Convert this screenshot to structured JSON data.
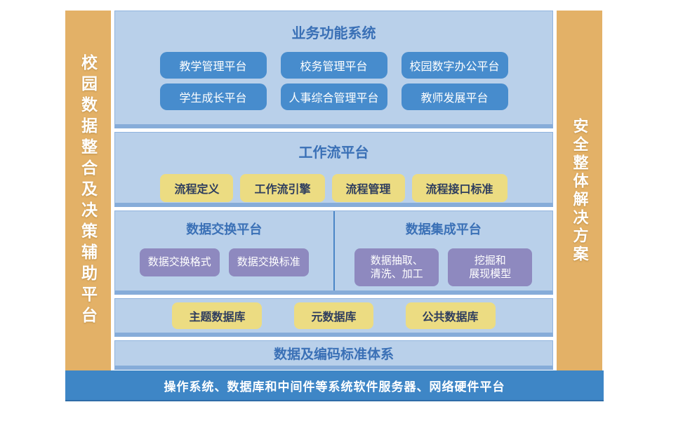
{
  "left_bar": {
    "label": "校园数据整合及决策辅助平台"
  },
  "right_bar": {
    "label": "安全整体解决方案"
  },
  "sections": {
    "business": {
      "title": "业务功能系统",
      "buttons": [
        "教学管理平台",
        "校务管理平台",
        "校园数字办公平台",
        "学生成长平台",
        "人事综合管理平台",
        "教师发展平台"
      ]
    },
    "workflow": {
      "title": "工作流平台",
      "buttons": [
        "流程定义",
        "工作流引擎",
        "流程管理",
        "流程接口标准"
      ]
    },
    "exchange": {
      "title": "数据交换平台",
      "buttons": [
        "数据交换格式",
        "数据交换标准"
      ]
    },
    "integration": {
      "title": "数据集成平台",
      "buttons": [
        "数据抽取、\n清洗、加工",
        "挖掘和\n展现模型"
      ]
    },
    "databases": {
      "buttons": [
        "主题数据库",
        "元数据库",
        "公共数据库"
      ]
    },
    "standards": {
      "title": "数据及编码标准体系"
    }
  },
  "bottom_bar": {
    "label": "操作系统、数据库和中间件等系统软件服务器、网络硬件平台"
  },
  "palette": {
    "panel_bg": "#b9d0ea",
    "panel_border": "#8fb3de",
    "pillar_tan": "#e3b167",
    "node_blue": "#478ccd",
    "node_yellow": "#ecdc82",
    "node_purple": "#8e89bf",
    "bottom_bar_blue": "#3e86c6",
    "title_text_blue": "#3a70b6",
    "yellow_node_text": "#2e3d5e"
  }
}
